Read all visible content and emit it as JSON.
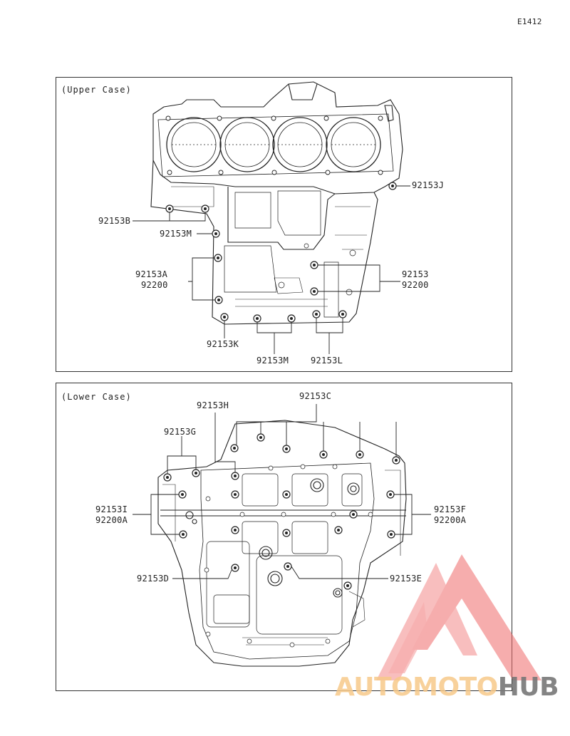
{
  "diagram_code": "E1412",
  "upper": {
    "title": "(Upper Case)",
    "labels": {
      "p92153J": "92153J",
      "p92153B": "92153B",
      "p92153M_a": "92153M",
      "p92153A": "92153A",
      "p92200_left": "92200",
      "p92153": "92153",
      "p92200_right": "92200",
      "p92153K": "92153K",
      "p92153M_b": "92153M",
      "p92153L": "92153L"
    }
  },
  "lower": {
    "title": "(Lower Case)",
    "labels": {
      "p92153C": "92153C",
      "p92153H": "92153H",
      "p92153G": "92153G",
      "p92153I": "92153I",
      "p92200A_left": "92200A",
      "p92153F": "92153F",
      "p92200A_right": "92200A",
      "p92153D": "92153D",
      "p92153E": "92153E"
    }
  },
  "watermark": {
    "text_a": "AUTOMOTO",
    "text_b": "HUB",
    "color_a": "#f7c98a",
    "color_b": "#777777",
    "logo_color": "#ef6b6b"
  }
}
